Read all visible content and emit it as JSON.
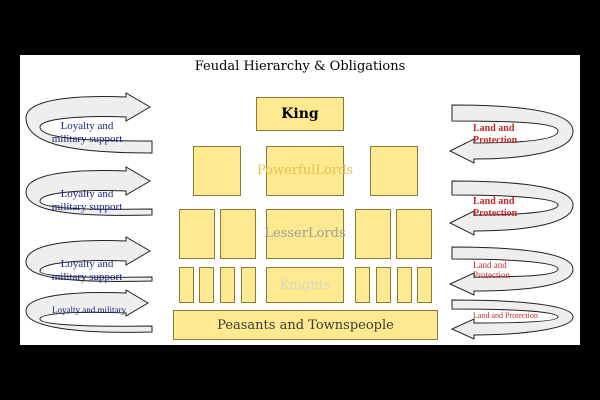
{
  "title": "Feudal Hierarchy & Obligations",
  "king": "King",
  "powerful_lords": [
    "Powerful",
    "Lords"
  ],
  "lesser_lords": [
    "Lesser",
    "Lords"
  ],
  "knights": "Knights",
  "peasants": "Peasants and Townspeople",
  "left_labels": [
    [
      "Loyalty and",
      "military support"
    ],
    [
      "Loyalty and",
      "military support"
    ],
    [
      "Loyalty and",
      "military support"
    ],
    [
      "Loyalty and military"
    ]
  ],
  "right_labels": [
    [
      "Land and",
      "Protection"
    ],
    [
      "Land and",
      "Protection"
    ],
    [
      "Land and",
      "Protection"
    ],
    [
      "Land and Protection"
    ]
  ],
  "colors": {
    "box_fill": "#fde98f",
    "box_border": "#8a7a3a",
    "left_text": "#1a237e",
    "right_text": "#c62828"
  }
}
